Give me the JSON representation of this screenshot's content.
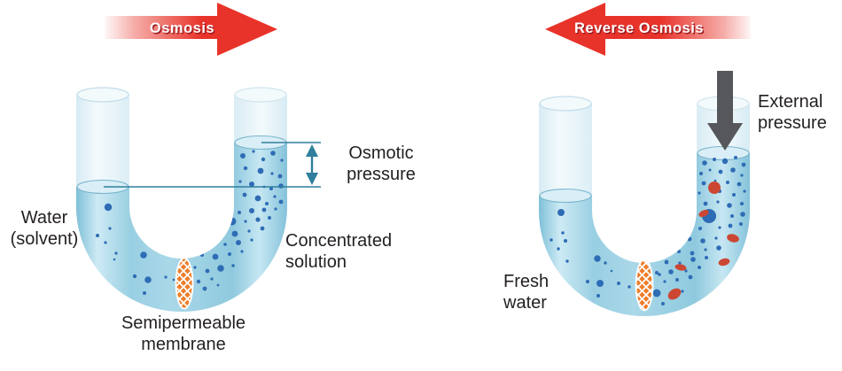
{
  "diagram_title": "Osmosis vs Reverse Osmosis U-tube diagram",
  "colors": {
    "arrow_red": "#e8332a",
    "arrow_text": "#ffffff",
    "arrow_text_shadow": "#9c1c22",
    "teal_line": "#2f7f9d",
    "solute_blue": "#2e6cb5",
    "contaminant_red": "#cc4733",
    "membrane_orange": "#ee7d2a",
    "gray_arrow": "#56575a",
    "label_text": "#231f20",
    "liquid_blue": "#a5d6e8",
    "glass_blue": "#e7f2f8"
  },
  "left": {
    "arrow_text": "Osmosis",
    "label_water_1": "Water",
    "label_water_2": "(solvent)",
    "label_membrane_1": "Semipermeable",
    "label_membrane_2": "membrane",
    "label_solution_1": "Concentrated",
    "label_solution_2": "solution",
    "label_osmotic_1": "Osmotic",
    "label_osmotic_2": "pressure",
    "solute_dots": [
      [
        274,
        176,
        3
      ],
      [
        286,
        171,
        1.6
      ],
      [
        297,
        180,
        2.2
      ],
      [
        308,
        173,
        2.8
      ],
      [
        318,
        181,
        1.6
      ],
      [
        277,
        190,
        2.2
      ],
      [
        294,
        193,
        3.4
      ],
      [
        307,
        196,
        1.6
      ],
      [
        316,
        199,
        2.4
      ],
      [
        271,
        205,
        1.6
      ],
      [
        284,
        208,
        3
      ],
      [
        298,
        211,
        1.4
      ],
      [
        306,
        213,
        2
      ],
      [
        317,
        210,
        2.8
      ],
      [
        276,
        220,
        2.4
      ],
      [
        291,
        224,
        3.4
      ],
      [
        310,
        222,
        1.6
      ],
      [
        301,
        230,
        2
      ],
      [
        317,
        228,
        2.4
      ],
      [
        270,
        240,
        2
      ],
      [
        284,
        238,
        3
      ],
      [
        298,
        237,
        2.4
      ],
      [
        311,
        236,
        1.6
      ],
      [
        262,
        250,
        4.4
      ],
      [
        277,
        250,
        1.6
      ],
      [
        291,
        248,
        2.6
      ],
      [
        304,
        246,
        2
      ],
      [
        250,
        262,
        2
      ],
      [
        265,
        264,
        3.4
      ],
      [
        281,
        261,
        1.6
      ],
      [
        296,
        258,
        2.4
      ],
      [
        239,
        274,
        2.8
      ],
      [
        254,
        276,
        1.8
      ],
      [
        269,
        274,
        3
      ],
      [
        284,
        271,
        1.6
      ],
      [
        228,
        288,
        2
      ],
      [
        243,
        290,
        3.4
      ],
      [
        259,
        287,
        2
      ],
      [
        273,
        284,
        1.6
      ],
      [
        220,
        302,
        1.6
      ],
      [
        234,
        306,
        2.4
      ],
      [
        249,
        303,
        3.8
      ],
      [
        263,
        300,
        1.8
      ],
      [
        224,
        318,
        2.2
      ],
      [
        239,
        315,
        1.6
      ],
      [
        231,
        326,
        2.4
      ],
      [
        246,
        322,
        1.4
      ]
    ],
    "solvent_dots": [
      [
        122,
        234,
        4.2
      ],
      [
        124,
        258,
        1.6
      ],
      [
        110,
        266,
        2
      ],
      [
        119,
        274,
        1.6
      ],
      [
        131,
        286,
        1.6
      ],
      [
        162,
        288,
        3.8
      ],
      [
        129,
        293,
        1.3
      ],
      [
        152,
        312,
        2.2
      ],
      [
        167,
        316,
        3.8
      ],
      [
        187,
        313,
        1.6
      ],
      [
        163,
        331,
        2
      ],
      [
        196,
        316,
        1.3
      ]
    ]
  },
  "right": {
    "arrow_text": "Reverse Osmosis",
    "label_fresh_1": "Fresh",
    "label_fresh_2": "water",
    "label_external_1": "External",
    "label_external_2": "pressure",
    "solute_dots": [
      [
        795,
        184,
        2.8
      ],
      [
        806,
        180,
        2
      ],
      [
        818,
        182,
        3.2
      ],
      [
        830,
        178,
        2
      ],
      [
        839,
        186,
        2.4
      ],
      [
        791,
        196,
        2
      ],
      [
        801,
        192,
        1.5
      ],
      [
        813,
        194,
        2.4
      ],
      [
        827,
        192,
        2.8
      ],
      [
        837,
        198,
        1.6
      ],
      [
        794,
        207,
        2.4
      ],
      [
        807,
        204,
        1.3
      ],
      [
        821,
        206,
        2
      ],
      [
        834,
        208,
        2.4
      ],
      [
        789,
        218,
        1.6
      ],
      [
        812,
        216,
        2
      ],
      [
        828,
        220,
        2
      ],
      [
        840,
        216,
        1.6
      ],
      [
        796,
        230,
        2.4
      ],
      [
        810,
        228,
        1.6
      ],
      [
        823,
        232,
        2.8
      ],
      [
        837,
        230,
        2
      ],
      [
        800,
        244,
        8
      ],
      [
        826,
        244,
        2
      ],
      [
        838,
        242,
        2.8
      ],
      [
        790,
        258,
        2
      ],
      [
        812,
        257,
        1.6
      ],
      [
        824,
        255,
        2.4
      ],
      [
        836,
        253,
        2
      ],
      [
        778,
        270,
        2.4
      ],
      [
        793,
        272,
        2.8
      ],
      [
        808,
        269,
        1.6
      ],
      [
        823,
        267,
        2
      ],
      [
        766,
        284,
        2
      ],
      [
        781,
        286,
        2.4
      ],
      [
        796,
        282,
        1.6
      ],
      [
        811,
        280,
        2.8
      ],
      [
        752,
        296,
        2.4
      ],
      [
        767,
        297,
        1.6
      ],
      [
        782,
        293,
        2.8
      ],
      [
        797,
        291,
        2
      ],
      [
        741,
        308,
        2
      ],
      [
        757,
        307,
        2.8
      ],
      [
        774,
        306,
        1.6
      ],
      [
        789,
        302,
        2
      ],
      [
        735,
        320,
        2.4
      ],
      [
        750,
        318,
        1.6
      ],
      [
        764,
        316,
        2
      ],
      [
        779,
        313,
        2.4
      ],
      [
        741,
        331,
        4.4
      ],
      [
        756,
        333,
        2
      ],
      [
        770,
        329,
        1.6
      ],
      [
        748,
        343,
        2
      ],
      [
        744,
        310,
        1.8
      ]
    ],
    "contaminant_blobs": [
      [
        806,
        212,
        7,
        7,
        0
      ],
      [
        794,
        241,
        6,
        3.5,
        -25
      ],
      [
        827,
        269,
        7,
        4.5,
        15
      ],
      [
        817,
        296,
        6.5,
        4,
        -15
      ],
      [
        768,
        302,
        6.5,
        3.5,
        10
      ],
      [
        761,
        332,
        8,
        5.5,
        -35
      ]
    ],
    "fresh_dots": [
      [
        633,
        240,
        4
      ],
      [
        635,
        263,
        1.7
      ],
      [
        622,
        271,
        1.7
      ],
      [
        638,
        272,
        2
      ],
      [
        630,
        281,
        1.7
      ],
      [
        640,
        295,
        1.7
      ],
      [
        674,
        292,
        3.7
      ],
      [
        683,
        297,
        1.7
      ],
      [
        663,
        318,
        2
      ],
      [
        677,
        320,
        4
      ],
      [
        675,
        334,
        2
      ],
      [
        698,
        320,
        2
      ],
      [
        710,
        324,
        1.7
      ],
      [
        690,
        306,
        1.3
      ]
    ]
  }
}
